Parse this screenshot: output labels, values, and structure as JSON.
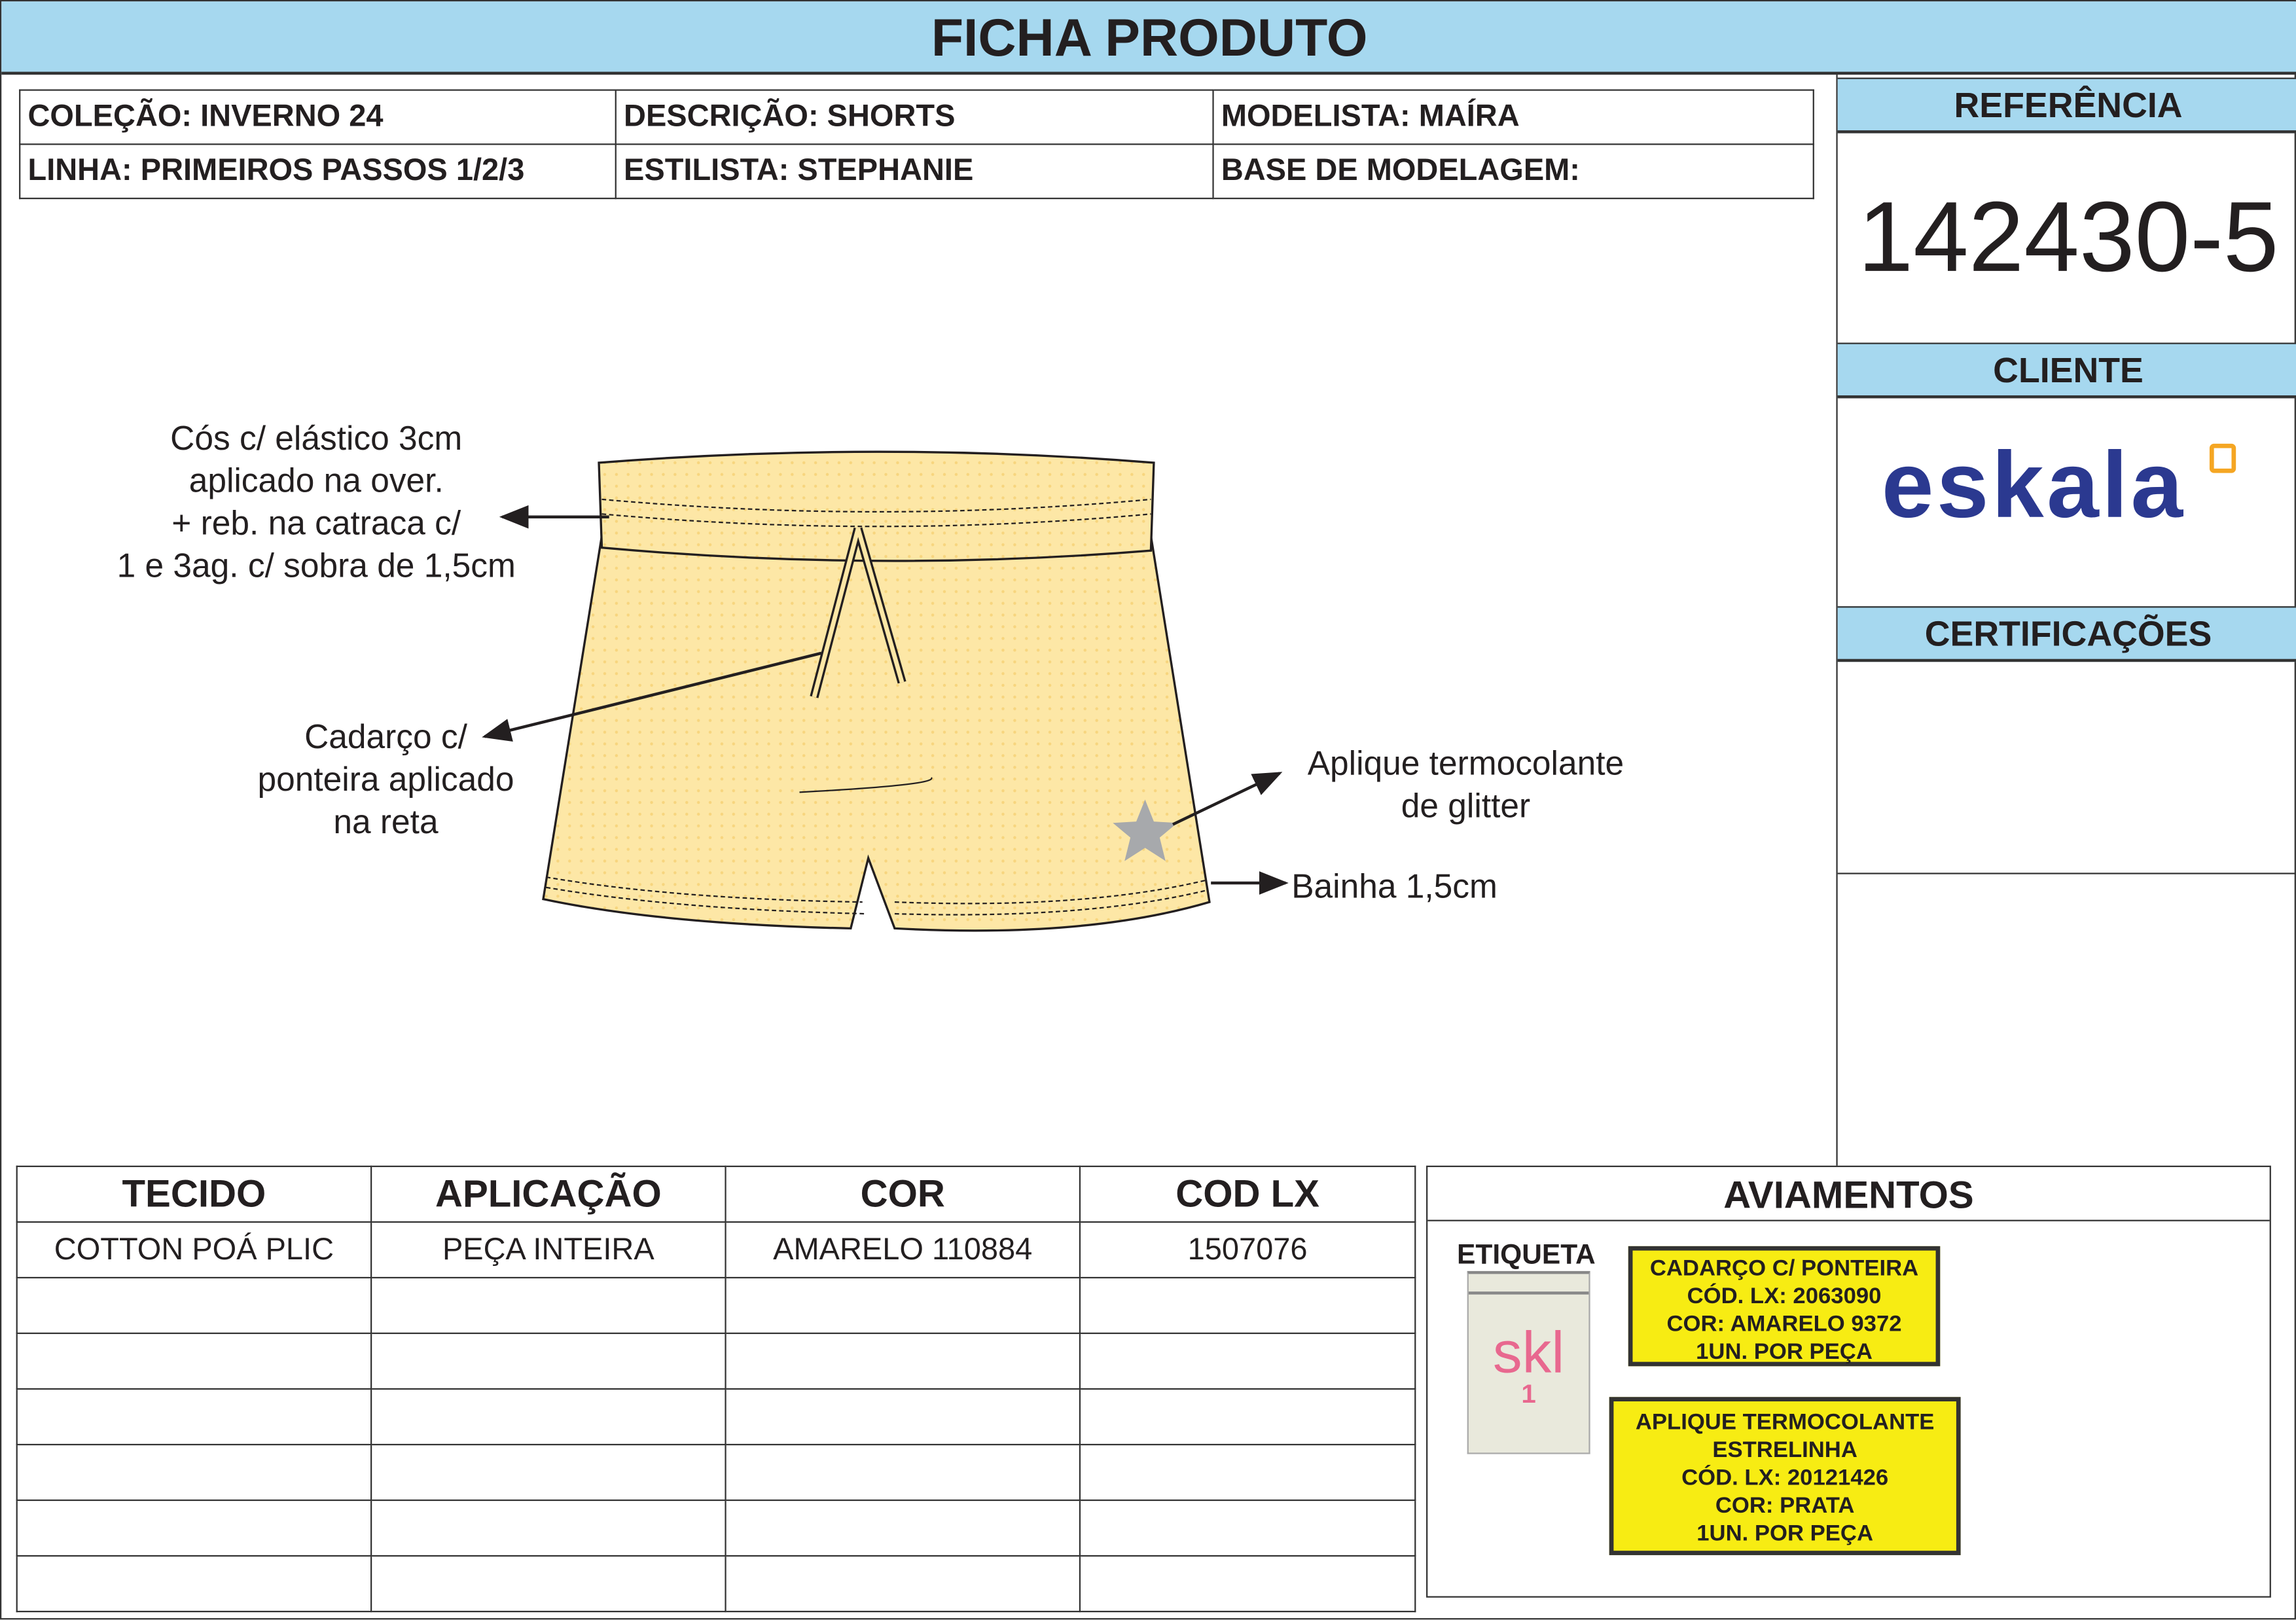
{
  "title": "FICHA PRODUTO",
  "info": {
    "colecao": "COLEÇÃO: INVERNO 24",
    "descricao": "DESCRIÇÃO: SHORTS",
    "modelista": "MODELISTA: MAÍRA",
    "linha": "LINHA: PRIMEIROS PASSOS 1/2/3",
    "estilista": "ESTILISTA: STEPHANIE",
    "base": "BASE DE MODELAGEM:"
  },
  "side": {
    "referencia_label": "REFERÊNCIA",
    "referencia": "142430-5",
    "cliente_label": "CLIENTE",
    "cliente_logo": "eskala",
    "certificacoes_label": "CERTIFICAÇÕES"
  },
  "annotations": {
    "cos": [
      "Cós c/ elástico 3cm",
      "aplicado na over.",
      "+ reb. na catraca c/",
      "1 e 3ag. c/ sobra de 1,5cm"
    ],
    "cadarco": [
      "Cadarço c/",
      "ponteira aplicado",
      "na reta"
    ],
    "aplique": [
      "Aplique termocolante",
      "de glitter"
    ],
    "bainha": "Bainha 1,5cm"
  },
  "fabric": {
    "headers": [
      "TECIDO",
      "APLICAÇÃO",
      "COR",
      "COD LX"
    ],
    "rows": [
      [
        "COTTON POÁ PLIC",
        "PEÇA INTEIRA",
        "AMARELO 110884",
        "1507076"
      ]
    ]
  },
  "aviamentos": {
    "title": "AVIAMENTOS",
    "etiqueta_label": "ETIQUETA",
    "etiqueta_logo": "skl",
    "etiqueta_size": "1",
    "items": [
      [
        "CADARÇO C/ PONTEIRA",
        "CÓD. LX: 2063090",
        "COR: AMARELO 9372",
        "1UN. POR PEÇA"
      ],
      [
        "APLIQUE TERMOCOLANTE",
        "ESTRELINHA",
        "CÓD. LX: 20121426",
        "COR: PRATA",
        "1UN. POR PEÇA"
      ]
    ]
  },
  "colors": {
    "header": "#a6d8ef",
    "fabric": "#fde7a6",
    "tag": "#f7ec13",
    "brand": "#2b3990",
    "accent": "#f5a623",
    "skl": "#e8688f"
  }
}
